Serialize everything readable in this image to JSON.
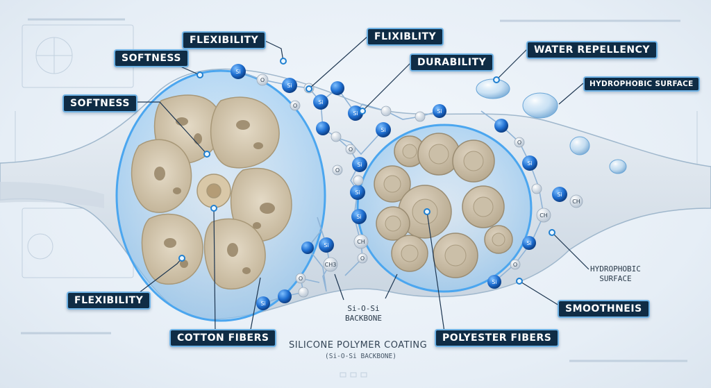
{
  "labels": {
    "flexibility_top": "FLEXIBILITY",
    "flixiblity": "FLIXIBLITY",
    "softness_top": "SOFTNESS",
    "softness_left": "SOFTNESS",
    "durability": "DURABILITY",
    "water_repellency": "WATER REPELLENCY",
    "hydrophobic_surface_top": "HYDROPHOBIC SURFACE",
    "flexibility_bottom": "FLEXIBILITY",
    "cotton_fibers": "COTTON FIBERS",
    "polyester_fibers": "POLYESTER FIBERS",
    "smoothneis": "SMOOTHNEIS",
    "hydrophobic_surface_right_1": "HYDROPHOBIC",
    "hydrophobic_surface_right_2": "SURFACE",
    "backbone_1": "Si-O-Si",
    "backbone_2": "BACKBONE",
    "coating_title": "SILICONE POLYMER COATING",
    "coating_sub": "(Si-O-Si BACKBONE)"
  },
  "atoms": {
    "si": "Si",
    "o": "O",
    "ch": "CH",
    "ch3": "CH3"
  },
  "colors": {
    "label_bg": "#0f2c45",
    "label_border": "#6fb3e6",
    "si_atom": "#1f6fd1",
    "o_atom": "#eef2f7",
    "cotton": "#d8ccb4",
    "polyester": "#c9bca4",
    "coating_glow": "#4ba6ef"
  }
}
